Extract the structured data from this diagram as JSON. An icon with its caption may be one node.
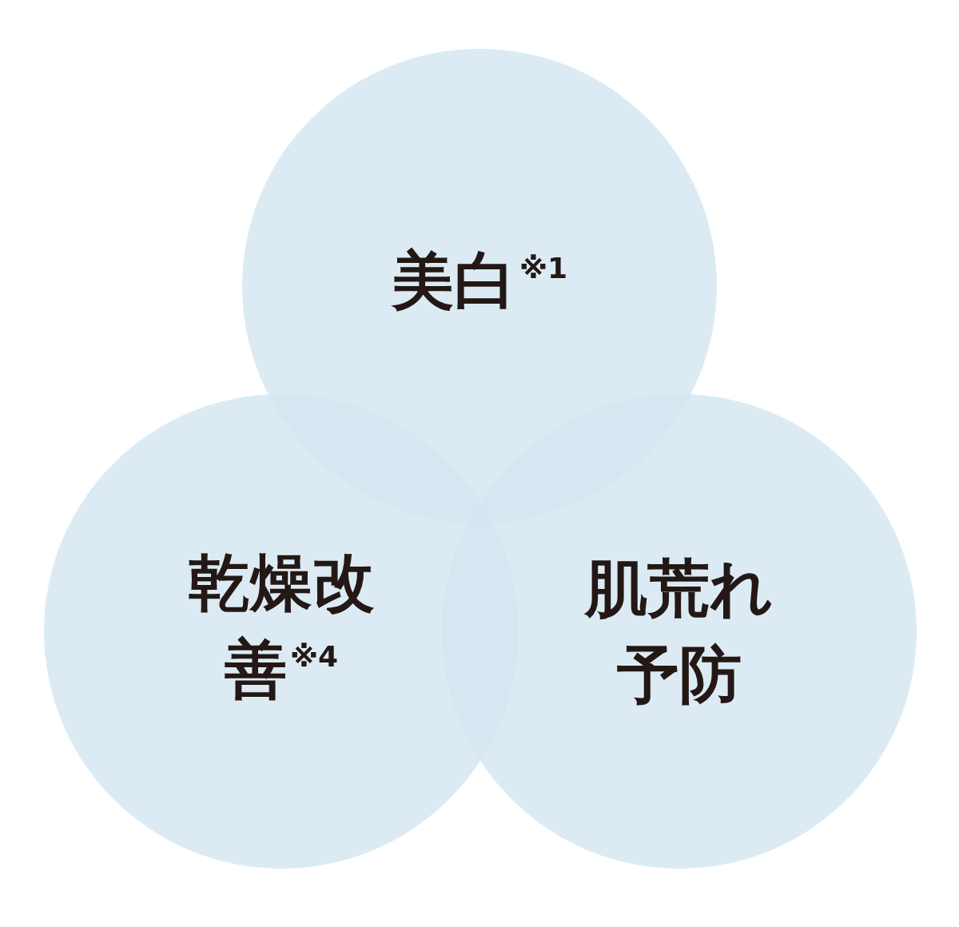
{
  "diagram": {
    "nodes": [
      {
        "text": [
          "美白$^{※1}$"
        ]
      },
      {
        "text": [
          "乾燥改善$^{※4}$"
        ]
      },
      {
        "text": [
          "肌荒れ予防"
        ]
      }
    ]
  }
}
